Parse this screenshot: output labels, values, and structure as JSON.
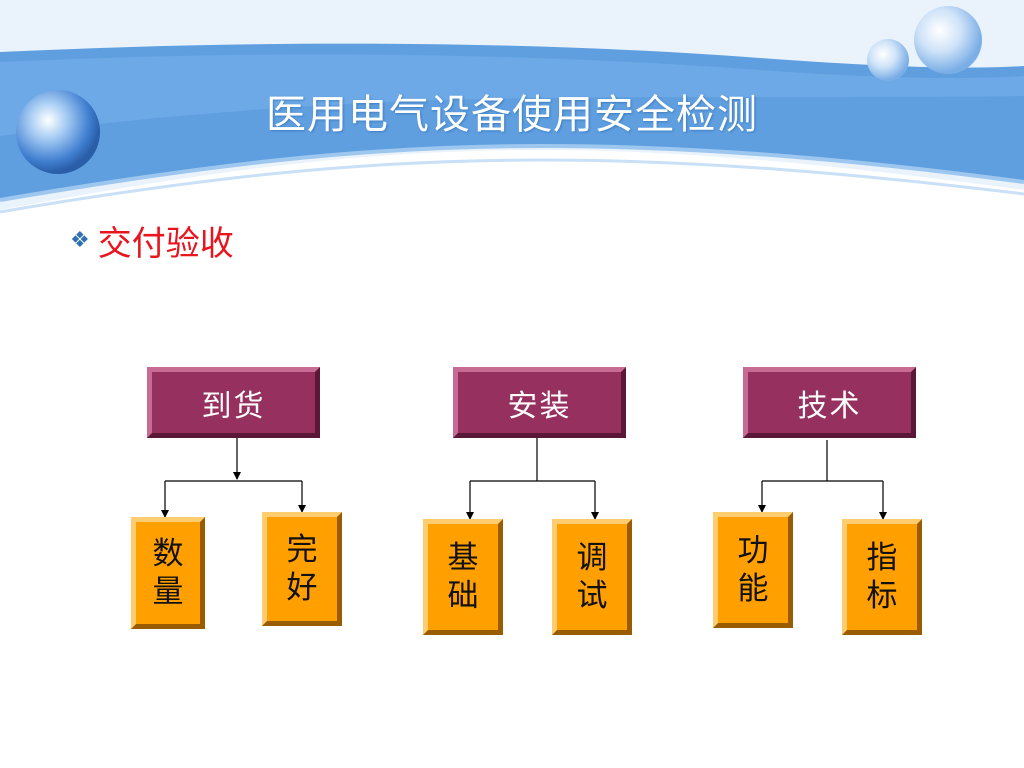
{
  "slide": {
    "title": "医用电气设备使用安全检测",
    "bullet": "交付验收"
  },
  "diagram": {
    "groups": [
      {
        "label": "到货",
        "children": [
          "数量",
          "完好"
        ]
      },
      {
        "label": "安装",
        "children": [
          "基础",
          "调试"
        ]
      },
      {
        "label": "技术",
        "children": [
          "功能",
          "指标"
        ]
      }
    ]
  },
  "colors": {
    "banner_blue": "#5f9fe0",
    "title_text": "#ffffff",
    "bullet_text": "#e8141e",
    "top_box": "#95305f",
    "leaf_box": "#ffa000"
  }
}
